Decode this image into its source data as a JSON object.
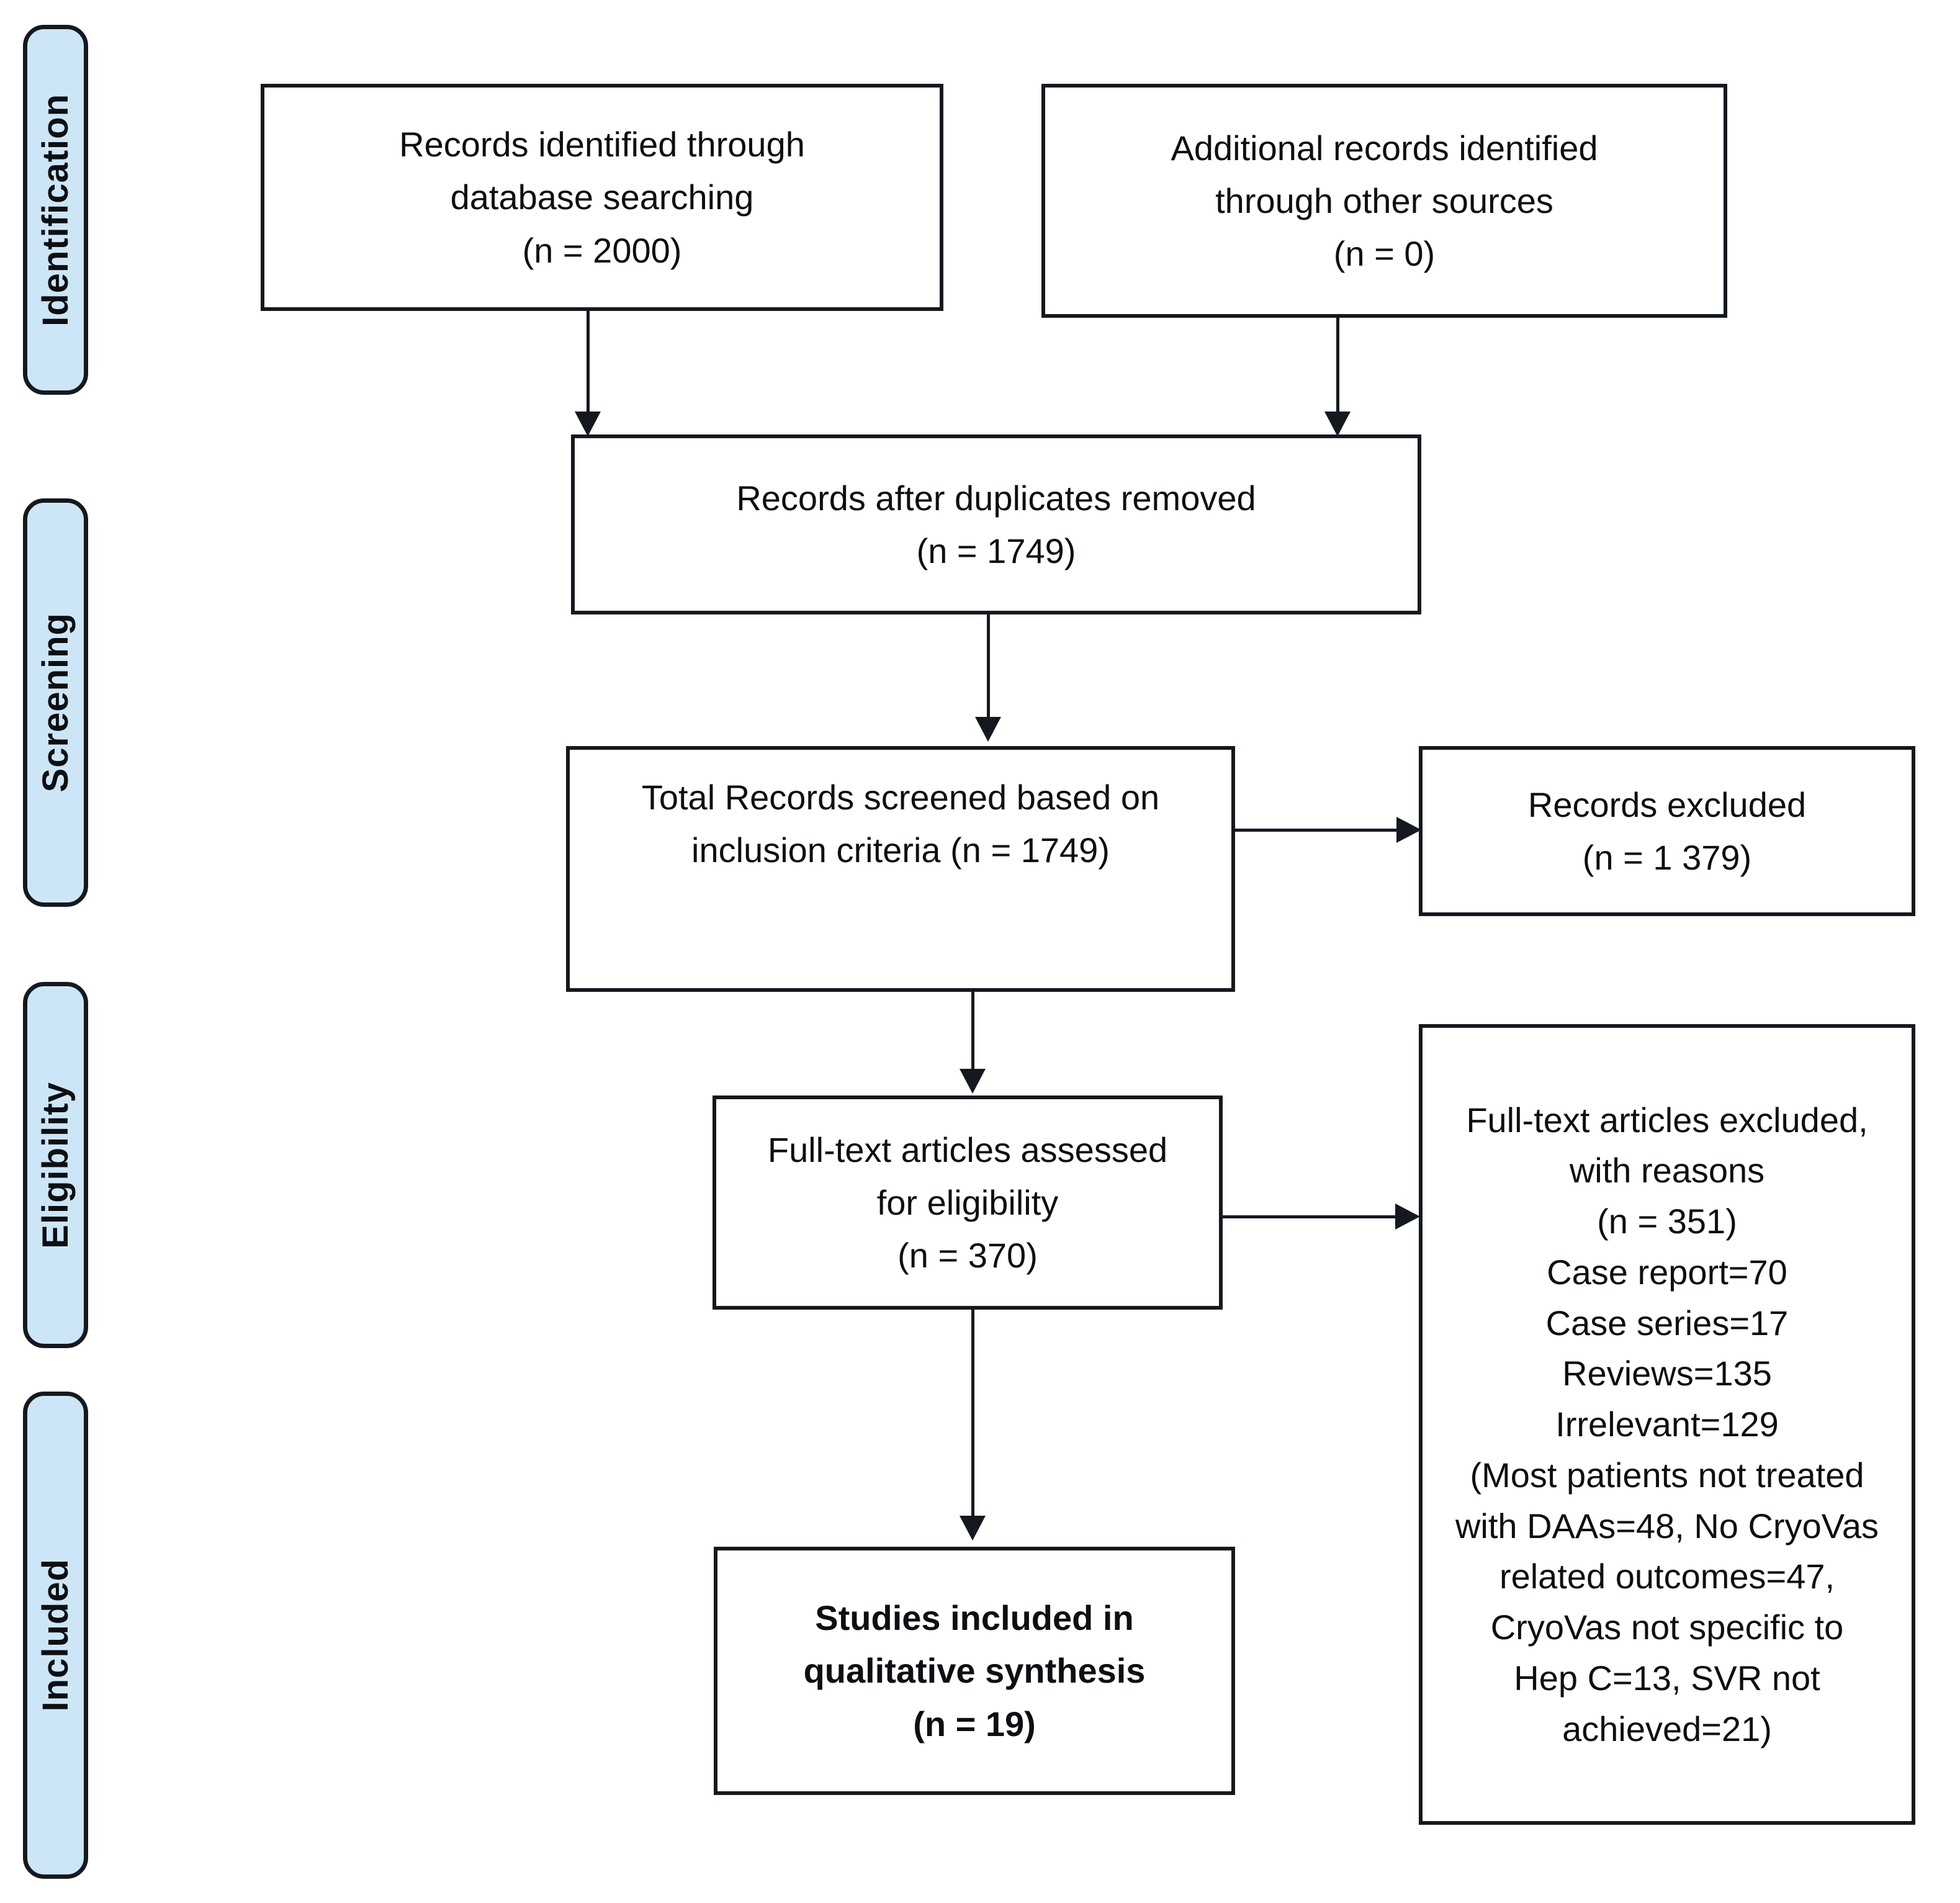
{
  "diagram": {
    "type": "prisma-flow-diagram",
    "accent_color": "#cde6f7",
    "line_color": "#15191f",
    "stages": [
      {
        "id": "identification",
        "label": "Identification"
      },
      {
        "id": "screening",
        "label": "Screening"
      },
      {
        "id": "eligibility",
        "label": "Eligibility"
      },
      {
        "id": "included",
        "label": "Included"
      }
    ],
    "nodes": {
      "records_identified": {
        "text": "Records identified through\ndatabase searching\n(n = 2000)",
        "count": 2000
      },
      "additional_records": {
        "text": "Additional records identified\nthrough other sources\n(n = 0)",
        "count": 0
      },
      "duplicates_removed": {
        "text": "Records after duplicates removed\n(n = 1749)",
        "count": 1749
      },
      "records_screened": {
        "text": "Total Records screened based on\ninclusion criteria (n = 1749)",
        "count": 1749
      },
      "records_excluded": {
        "text": "Records excluded\n(n = 1 379)",
        "count": 1379
      },
      "fulltext_assessed": {
        "text": "Full-text articles assessed\nfor eligibility\n(n = 370)",
        "count": 370
      },
      "fulltext_excluded": {
        "text": "Full-text articles excluded,\nwith reasons\n(n = 351)\nCase report=70\nCase series=17\nReviews=135\nIrrelevant=129\n(Most patients not treated\nwith DAAs=48, No CryoVas\nrelated outcomes=47,\nCryoVas not specific to\nHep C=13, SVR not\nachieved=21)",
        "count": 351,
        "reasons": [
          {
            "label": "Case report",
            "value": 70
          },
          {
            "label": "Case series",
            "value": 17
          },
          {
            "label": "Reviews",
            "value": 135
          },
          {
            "label": "Irrelevant",
            "value": 129
          },
          {
            "label": "Most patients not treated with DAAs",
            "value": 48
          },
          {
            "label": "No CryoVas related outcomes",
            "value": 47
          },
          {
            "label": "CryoVas not specific to Hep C",
            "value": 13
          },
          {
            "label": "SVR not achieved",
            "value": 21
          }
        ]
      },
      "studies_included": {
        "text": "Studies included in\nqualitative synthesis\n(n = 19)",
        "count": 19
      }
    }
  }
}
